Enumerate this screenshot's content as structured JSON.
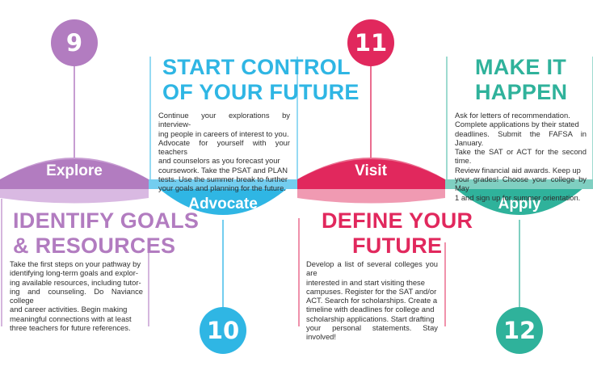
{
  "colors": {
    "purple": "#b27cc0",
    "purple_light": "#c79dd2",
    "blue": "#2fb6e4",
    "blue_light": "#73cdef",
    "red": "#e1285d",
    "red_light": "#ea6d8f",
    "teal": "#2fb29b",
    "teal_light": "#7fcfc1"
  },
  "steps": [
    {
      "number": "9",
      "label": "Explore",
      "title_lines": [
        "IDENTIFY GOALS",
        "& RESOURCES"
      ],
      "body_lines": [
        "Take the first steps on your pathway by",
        "identifying long-term goals and explor-",
        "ing available resources, including tutor-",
        "ing and counseling. Do Naviance college",
        "and career activities. Begin making",
        "meaningful connections with at least",
        "three teachers for future references."
      ]
    },
    {
      "number": "10",
      "label": "Advocate",
      "title_lines": [
        "START CONTROL",
        "OF YOUR FUTURE"
      ],
      "body_lines": [
        "Continue your explorations by interview-",
        "ing people in careers of interest to you.",
        "Advocate for yourself with your teachers",
        "and counselors as you forecast your",
        "coursework. Take the PSAT and PLAN",
        "tests. Use the summer break to further",
        "your goals and planning for the future."
      ]
    },
    {
      "number": "11",
      "label": "Visit",
      "title_lines": [
        "DEFINE YOUR",
        "FUTURE"
      ],
      "body_lines": [
        "Develop a list of several colleges you are",
        "interested in and start visiting these",
        "campuses. Register for the SAT and/or",
        "ACT. Search for scholarships. Create a",
        "timeline with deadlines for college and",
        "scholarship applications. Start drafting",
        "your personal statements. Stay involved!"
      ]
    },
    {
      "number": "12",
      "label": "Apply",
      "title_lines": [
        "MAKE IT",
        "HAPPEN"
      ],
      "body_lines": [
        "Ask for letters of recommendation.",
        "Complete applications by their stated",
        "deadlines. Submit the FAFSA in January.",
        "Take the SAT or ACT for the second time.",
        "Review financial aid awards. Keep up",
        "your grades! Choose your college by May",
        "1 and sign up for summer orientation."
      ]
    }
  ]
}
